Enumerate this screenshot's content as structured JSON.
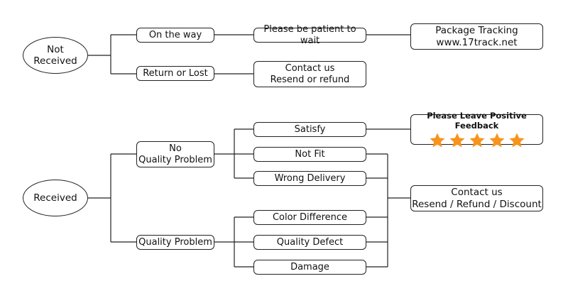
{
  "colors": {
    "line": "#222222",
    "star": "#f7941d"
  },
  "nodes": {
    "not_received": {
      "line1": "Not",
      "line2": "Received"
    },
    "on_the_way": "On the way",
    "be_patient": "Please be patient to wait",
    "tracking": {
      "line1": "Package Tracking",
      "line2": "www.17track.net"
    },
    "return_lost": "Return or Lost",
    "contact_top": {
      "line1": "Contact us",
      "line2": "Resend or refund"
    },
    "received": "Received",
    "no_quality": {
      "line1": "No",
      "line2": "Quality Problem"
    },
    "quality_problem": "Quality Problem",
    "satisfy": "Satisfy",
    "not_fit": "Not Fit",
    "wrong_delivery": "Wrong Delivery",
    "color_difference": "Color Difference",
    "quality_defect": "Quality Defect",
    "damage": "Damage",
    "feedback": {
      "title": "Please Leave Positive Feedback",
      "stars": 5
    },
    "contact_bottom": {
      "line1": "Contact us",
      "line2": "Resend / Refund / Discount"
    }
  }
}
